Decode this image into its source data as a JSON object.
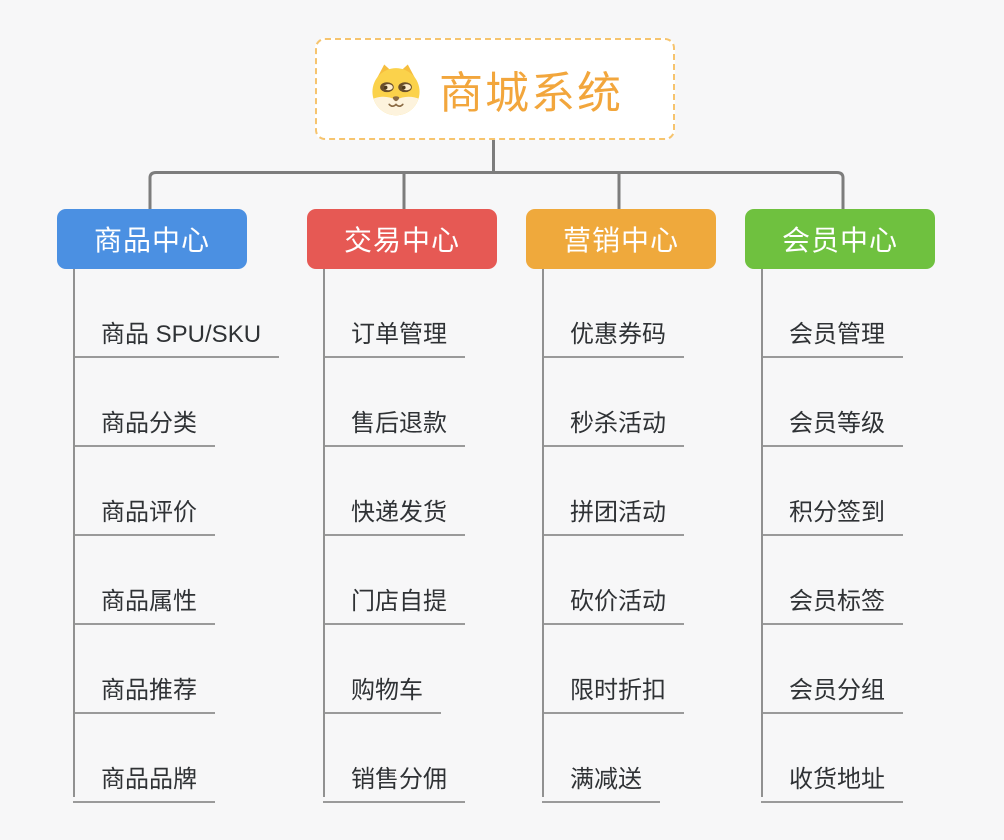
{
  "root": {
    "title": "商城系统",
    "icon": "dog-face-icon",
    "accent_color": "#F2A63C",
    "border_color": "#F6C46E"
  },
  "connector_color": "#7d7d7d",
  "branches": [
    {
      "label": "商品中心",
      "color": "#4B90E2",
      "children": [
        "商品 SPU/SKU",
        "商品分类",
        "商品评价",
        "商品属性",
        "商品推荐",
        "商品品牌"
      ]
    },
    {
      "label": "交易中心",
      "color": "#E65954",
      "children": [
        "订单管理",
        "售后退款",
        "快递发货",
        "门店自提",
        "购物车",
        "销售分佣"
      ]
    },
    {
      "label": "营销中心",
      "color": "#EFA93C",
      "children": [
        "优惠券码",
        "秒杀活动",
        "拼团活动",
        "砍价活动",
        "限时折扣",
        "满减送"
      ]
    },
    {
      "label": "会员中心",
      "color": "#6FC13F",
      "children": [
        "会员管理",
        "会员等级",
        "积分签到",
        "会员标签",
        "会员分组",
        "收货地址"
      ]
    }
  ]
}
